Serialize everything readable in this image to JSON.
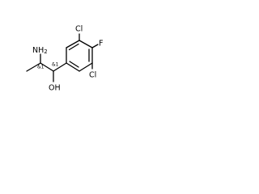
{
  "molecule": {
    "atoms": {
      "nh2": {
        "main": "NH",
        "sub": "2"
      },
      "oh": {
        "main": "OH"
      },
      "cl_top": {
        "main": "Cl"
      },
      "f": {
        "main": "F"
      },
      "cl_bottom": {
        "main": "Cl"
      }
    },
    "stereo_marks": [
      "&1",
      "&1"
    ],
    "colors": {
      "bonds": "#000000",
      "labels": "#000000"
    }
  }
}
